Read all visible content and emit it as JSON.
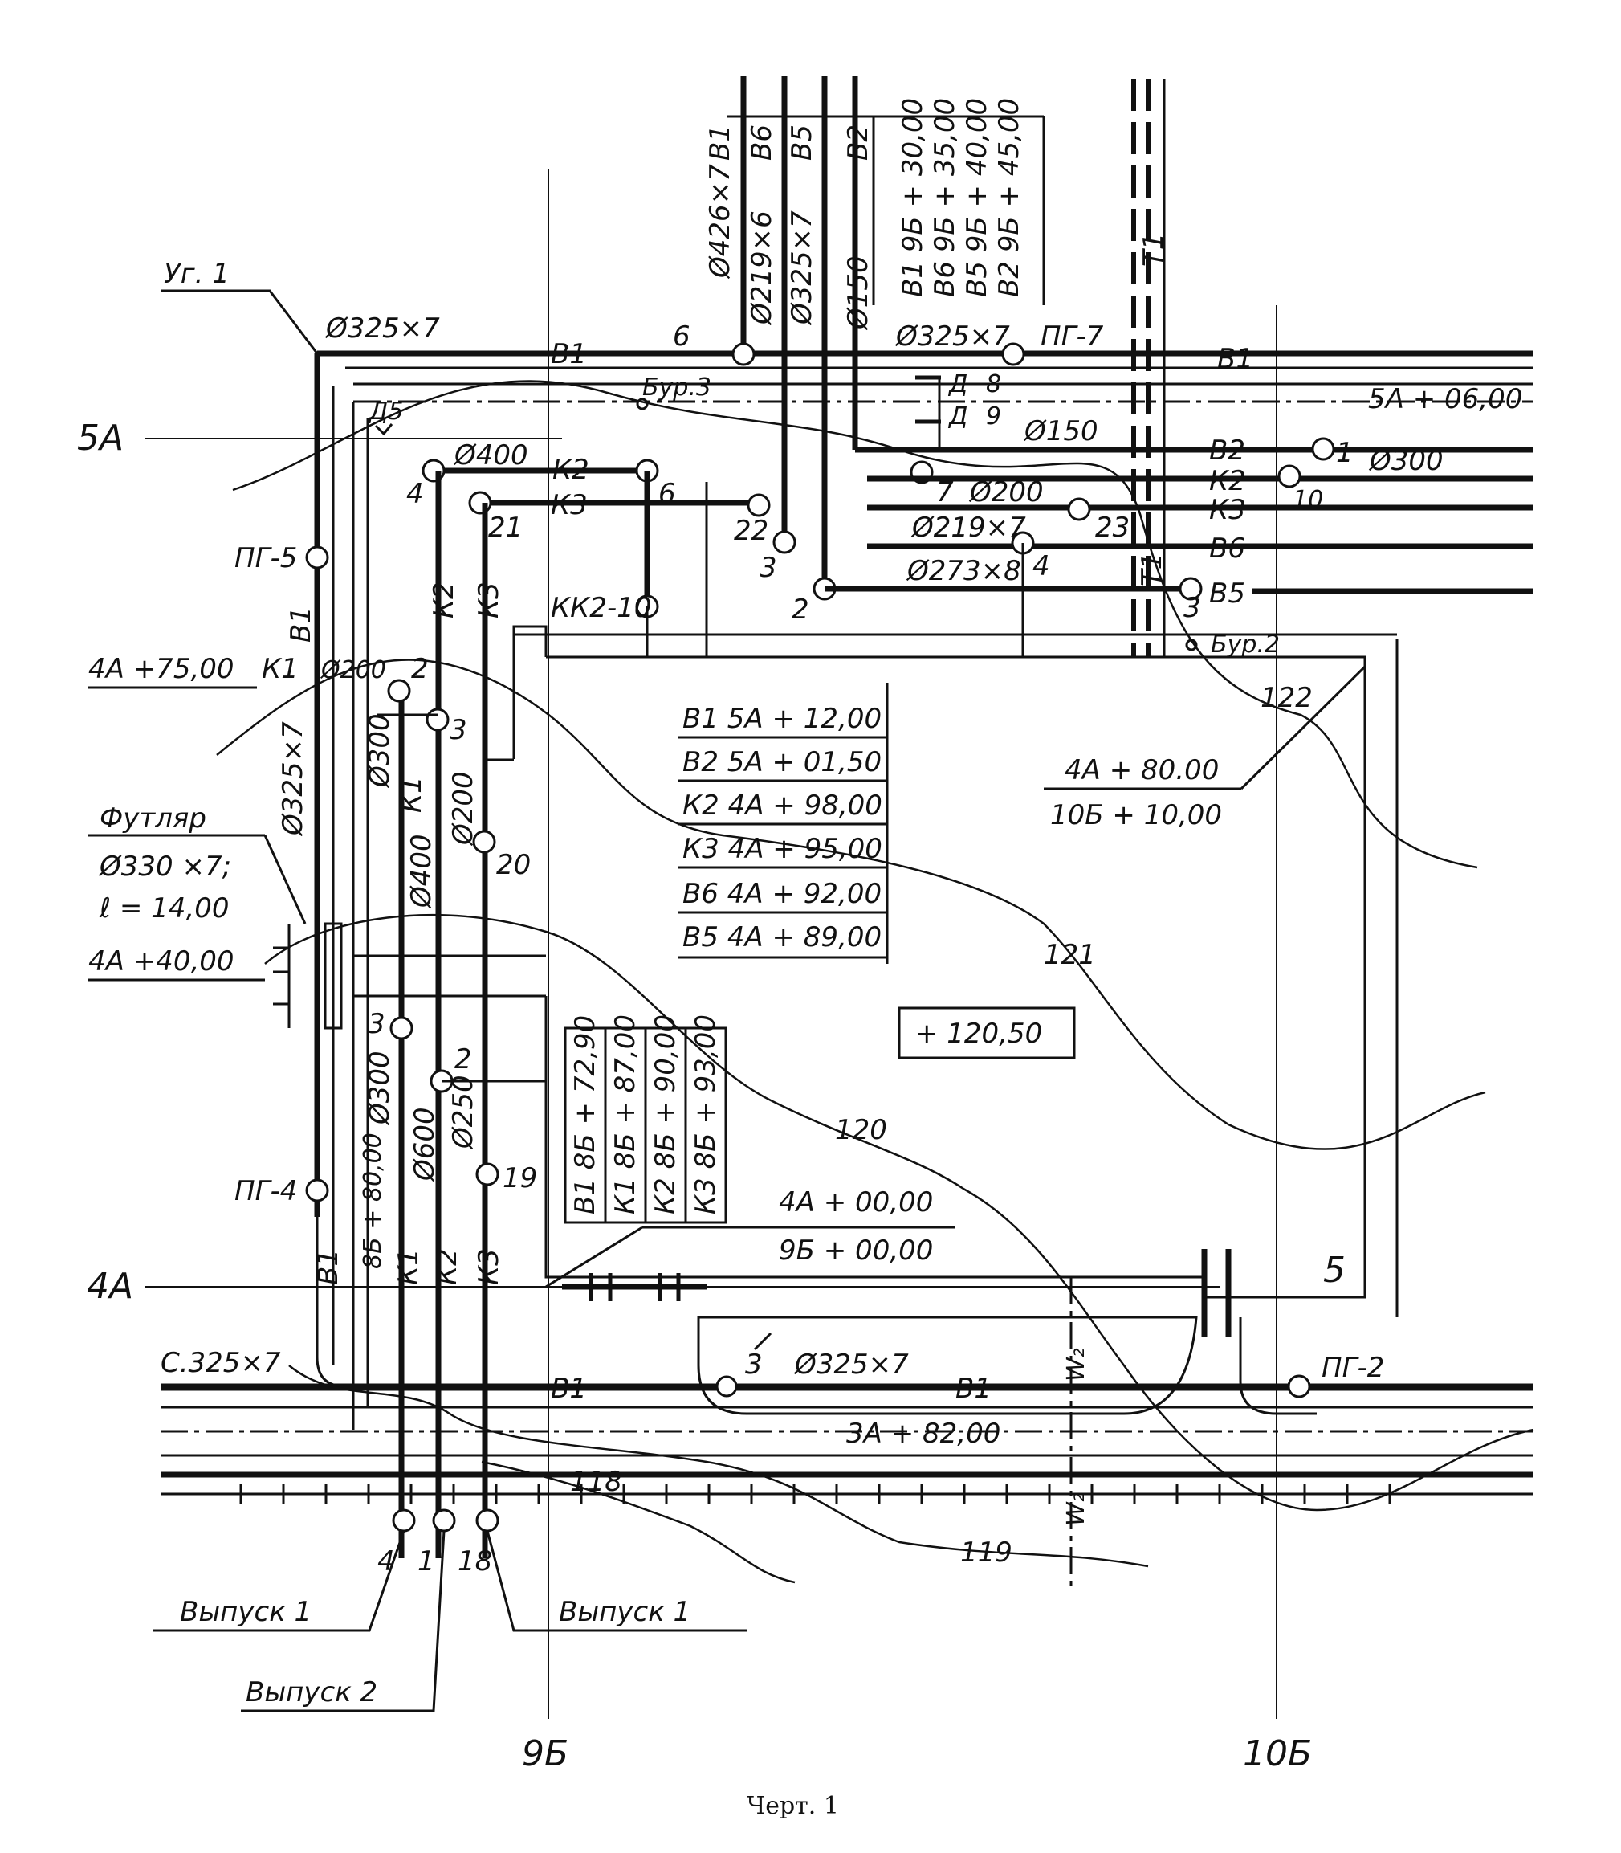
{
  "axes": {
    "5A": "5А",
    "4A": "4А",
    "9B": "9Б",
    "10B": "10Б"
  },
  "corner": {
    "angle": "Уг. 1",
    "top_right": "5"
  },
  "hydrants": {
    "pg5": "ПГ-5",
    "pg4": "ПГ-4",
    "pg7": "ПГ-7",
    "pg2": "ПГ-2"
  },
  "boreholes": {
    "bur3": "Бур.3",
    "bur2": "Бур.2"
  },
  "marks": {
    "m_4A75": "4А +75,00",
    "m_4A40": "4А +40,00",
    "m_5A06": "5А + 06,00",
    "m_3A82": "3А + 82,00",
    "m_8B80": "8Б + 80,00",
    "m_4A00": "4А + 00,00",
    "m_9B00": "9Б + 00,00",
    "m_4A80": "4А + 80.00",
    "m_10B10": "10Б + 10,00"
  },
  "casing": {
    "title": "Футляр",
    "dia": "Ø330 ×7;",
    "len": "ℓ = 14,00"
  },
  "lines": {
    "v1": "В1",
    "v2": "В2",
    "v5": "В5",
    "v6": "В6",
    "k1": "К1",
    "k2": "К2",
    "k3": "К3",
    "t1": "Т1",
    "w2": "W₂",
    "kk": "КК2-10"
  },
  "diameters": {
    "d325": "Ø325×7",
    "d426": "Ø426×7",
    "d219x6": "Ø219×6",
    "d150": "Ø150",
    "d400": "Ø400",
    "d200": "Ø200",
    "d300": "Ø300",
    "d219x7": "Ø219×7",
    "d273": "Ø273×8",
    "d600": "Ø600",
    "d250": "Ø250",
    "dc325": "С.325×7"
  },
  "valves": {
    "d5": "Д5",
    "d8": "Д",
    "d9": "Д"
  },
  "wells": {
    "w6": "6",
    "w4": "4",
    "w21": "21",
    "w6b": "6",
    "w22": "22",
    "w3": "3",
    "w2a": "2",
    "w7": "7",
    "w23": "23",
    "w4b": "4",
    "w1": "1",
    "w10": "10",
    "w3b": "3",
    "w2": "2",
    "w3c": "3",
    "w20": "20",
    "w3d": "3",
    "w2b": "2",
    "w19": "19",
    "w3e": "3",
    "w4c": "4",
    "w1b": "1",
    "w18": "18",
    "w8": "8",
    "w9": "9"
  },
  "top_table": [
    "В1 9Б + 30,00",
    "В6 9Б + 35,00",
    "В5 9Б + 40,00",
    "В2 9Б + 45,00"
  ],
  "mid_table": [
    "В1 5А + 12,00",
    "В2 5А + 01,50",
    "К2 4А + 98,00",
    "К3 4А + 95,00",
    "В6 4А + 92,00",
    "В5 4А + 89,00"
  ],
  "low_table": [
    "В1 8Б + 72,90",
    "К1 8Б + 87,00",
    "К2 8Б + 90,00",
    "К3 8Б + 93,00"
  ],
  "elevation": "+ 120,50",
  "contours": {
    "c122": "122",
    "c121": "121",
    "c120": "120",
    "c119": "119",
    "c118": "118"
  },
  "outlets": {
    "o1": "Выпуск 1",
    "o2": "Выпуск 2",
    "o3": "Выпуск 1"
  },
  "caption": "Черт. 1"
}
